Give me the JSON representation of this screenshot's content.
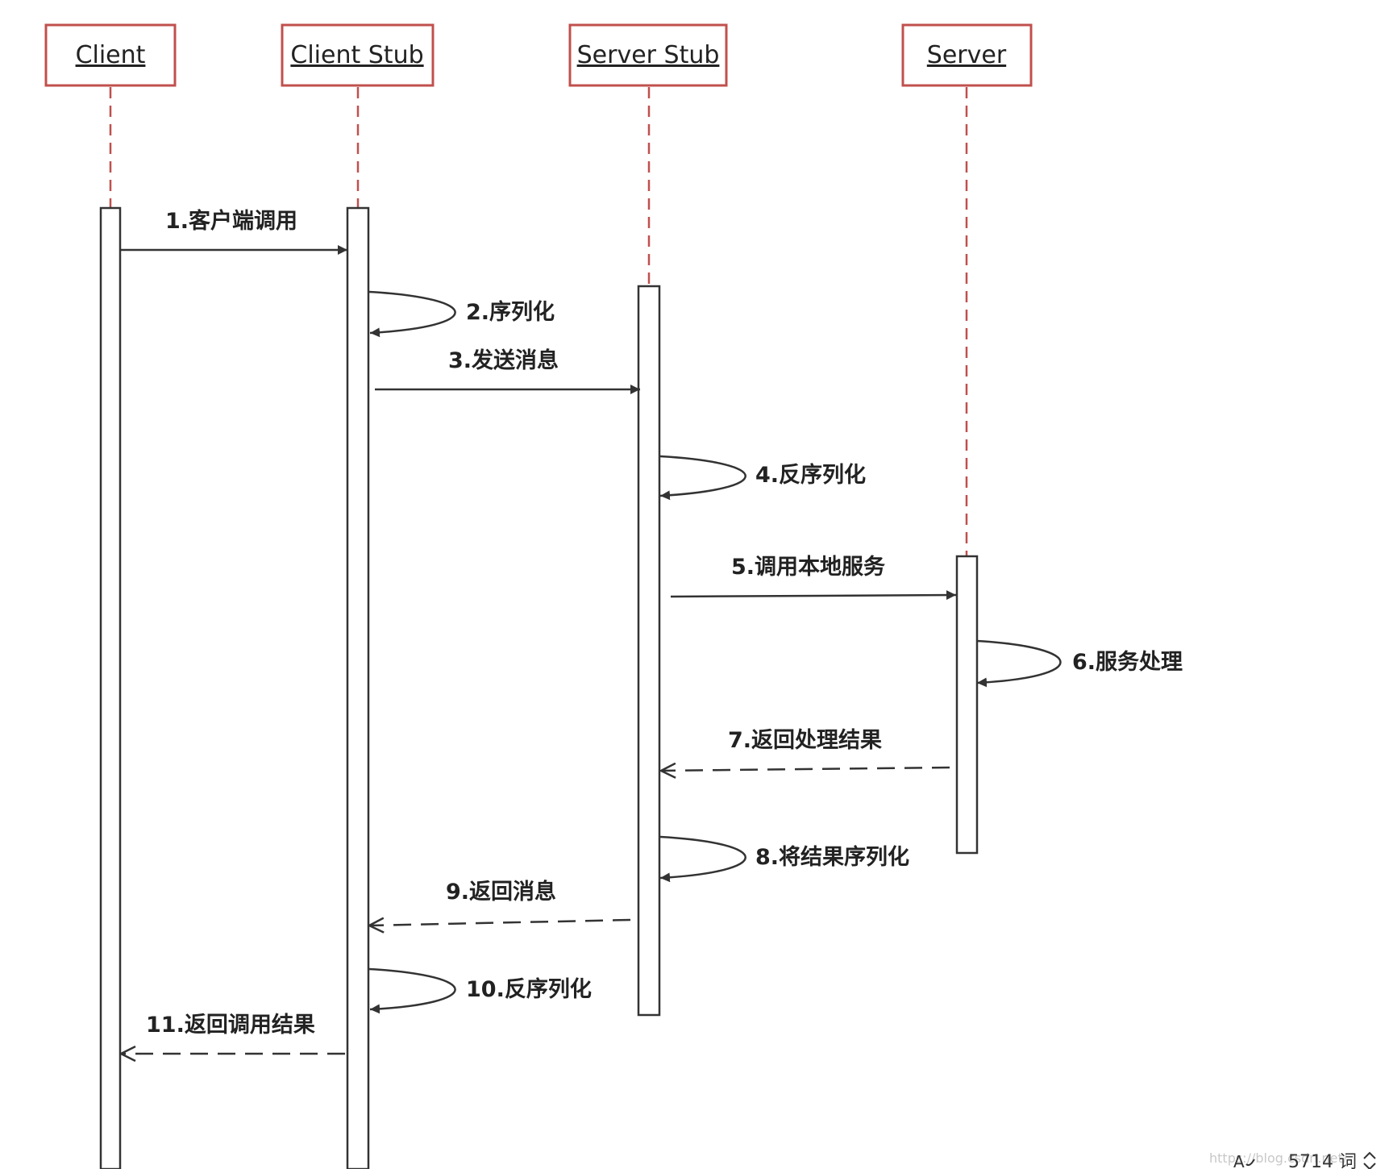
{
  "actors": [
    {
      "label": "Client"
    },
    {
      "label": "Client Stub"
    },
    {
      "label": "Server Stub"
    },
    {
      "label": "Server"
    }
  ],
  "messages": [
    {
      "label": "1.客户端调用",
      "from": 0,
      "to": 1,
      "style": "solid"
    },
    {
      "label": "2.序列化",
      "from": 1,
      "to": 1,
      "style": "self"
    },
    {
      "label": "3.发送消息",
      "from": 1,
      "to": 2,
      "style": "solid"
    },
    {
      "label": "4.反序列化",
      "from": 2,
      "to": 2,
      "style": "self"
    },
    {
      "label": "5.调用本地服务",
      "from": 2,
      "to": 3,
      "style": "solid"
    },
    {
      "label": "6.服务处理",
      "from": 3,
      "to": 3,
      "style": "self"
    },
    {
      "label": "7.返回处理结果",
      "from": 3,
      "to": 2,
      "style": "dashed"
    },
    {
      "label": "8.将结果序列化",
      "from": 2,
      "to": 2,
      "style": "self"
    },
    {
      "label": "9.返回消息",
      "from": 2,
      "to": 1,
      "style": "dashed"
    },
    {
      "label": "10.反序列化",
      "from": 1,
      "to": 1,
      "style": "self"
    },
    {
      "label": "11.返回调用结果",
      "from": 1,
      "to": 0,
      "style": "dashed"
    }
  ],
  "status": {
    "wordcount": "5714 词",
    "watermark": "https://blog.csdn.net/"
  },
  "colors": {
    "actor_border": "#c0504d",
    "lifeline": "#c0504d",
    "line": "#333333"
  }
}
